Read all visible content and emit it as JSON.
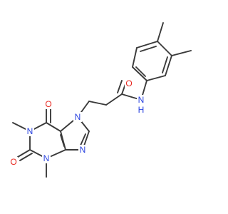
{
  "molecule": {
    "atom_labels": {
      "n_amide": "N",
      "h_amide": "H",
      "o_amide": "O",
      "n7": "N",
      "n9": "N",
      "n1": "N",
      "n3": "N",
      "o6": "O",
      "o2": "O"
    },
    "colors": {
      "bond": "#3a3a3a",
      "oxygen": "#e8271f",
      "nitrogen": "#2a43e0",
      "background": "#ffffff"
    }
  }
}
